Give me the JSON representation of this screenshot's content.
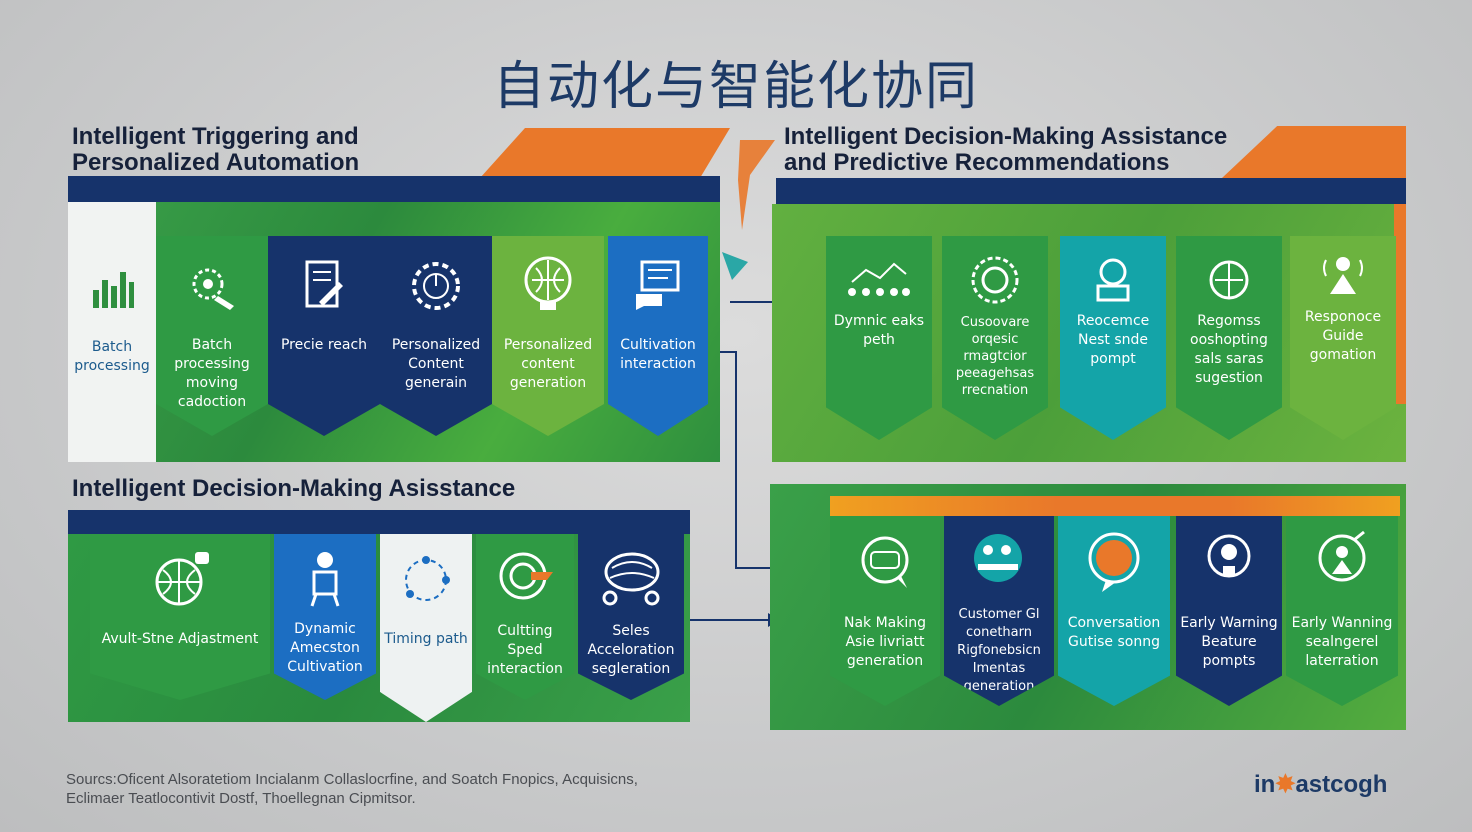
{
  "title": "自动化与智能化协同",
  "sections": {
    "top_left": {
      "title_line1": "Intelligent Triggering and",
      "title_line2": "Personalized Automation",
      "cards": [
        {
          "label": "Batch processing",
          "icon": "bar-chart-icon"
        },
        {
          "label": "Batch processing moving cadoction",
          "icon": "gear-hand-icon"
        },
        {
          "label": "Precie reach",
          "icon": "document-pen-icon"
        },
        {
          "label": "Personalized Content generain",
          "icon": "gear-globe-icon"
        },
        {
          "label": "Personalized content generation",
          "icon": "brain-globe-icon"
        },
        {
          "label": "Cultivation interaction",
          "icon": "chat-screen-icon"
        }
      ]
    },
    "top_right": {
      "title_line1": "Intelligent Decision-Making Assistance",
      "title_line2": "and Predictive Recommendations",
      "cards": [
        {
          "label": "Dymnic eaks peth",
          "icon": "people-network-icon"
        },
        {
          "label": "Cusoovare orqesic rmagtcior peeagehsas rrecnation",
          "icon": "target-icon"
        },
        {
          "label": "Reocemce Nest snde pompt",
          "icon": "robot-icon"
        },
        {
          "label": "Regomss ooshopting sals saras sugestion",
          "icon": "sheep-globe-icon"
        },
        {
          "label": "Responoce Guide gomation",
          "icon": "person-signal-icon"
        }
      ]
    },
    "bottom_left": {
      "title": "Intelligent Decision-Making Asisstance",
      "cards": [
        {
          "label": "Avult-Stne Adjastment",
          "icon": "globe-grid-icon"
        },
        {
          "label": "Dynamic Amecston Cultivation",
          "icon": "person-robot-icon"
        },
        {
          "label": "Timing path",
          "icon": "network-nodes-icon"
        },
        {
          "label": "Cultting Sped interaction",
          "icon": "speed-gauge-icon"
        },
        {
          "label": "Seles Acceloration segleration",
          "icon": "brain-car-icon"
        }
      ]
    },
    "bottom_right": {
      "cards": [
        {
          "label": "Nak Making Asie livriatt generation",
          "icon": "chat-bubble-icon"
        },
        {
          "label": "Customer Gl conetharn Rigfonebsicn Imentas generation",
          "icon": "people-desk-icon"
        },
        {
          "label": "Conversation Gutise sonng",
          "icon": "speech-bubble-icon"
        },
        {
          "label": "Early Warning Beature pompts",
          "icon": "alert-bulb-icon"
        },
        {
          "label": "Early Wanning sealngerel laterration",
          "icon": "person-target-icon"
        }
      ]
    }
  },
  "footer": {
    "source_line1": "Sourcs:Oficent Alsoratetiom Incialanm Collaslocrfine, and Soatch Fnopics, Acquisicns,",
    "source_line2": "Eclimaer Teatlocontivit Dostf, Thoellegnan Cipmitsor.",
    "logo_left": "in",
    "logo_right": "astcogh"
  },
  "colors": {
    "navy": "#16336b",
    "green": "#2f8f3f",
    "light_green": "#6cb33f",
    "blue": "#1c6ec2",
    "teal": "#14a4a8",
    "orange": "#e9782a"
  }
}
